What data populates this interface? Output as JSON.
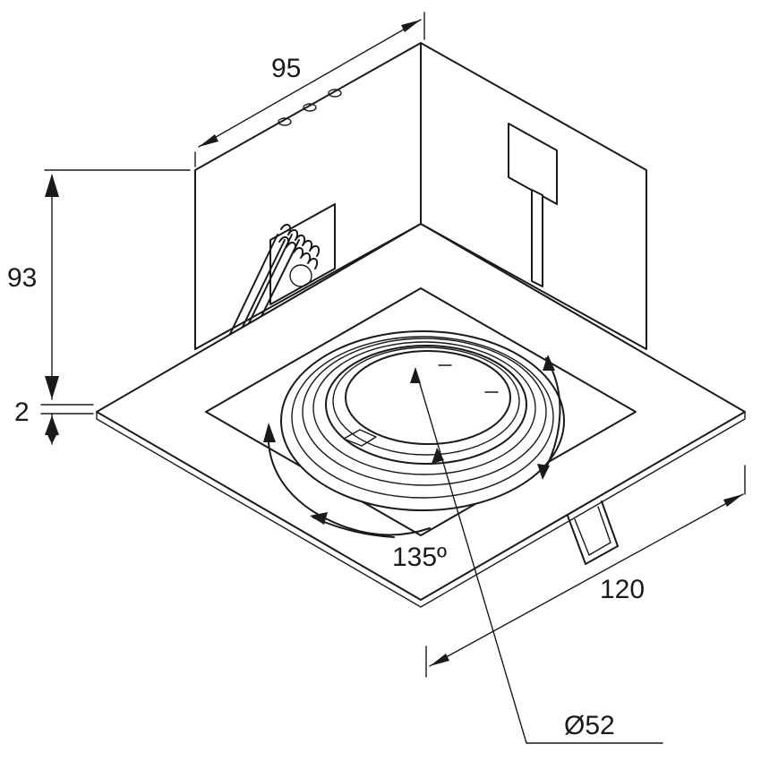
{
  "dimensions": {
    "depth": "95",
    "height": "93",
    "flange": "2",
    "width": "120",
    "diameter": "Ø52",
    "tilt_angle": "135º"
  }
}
